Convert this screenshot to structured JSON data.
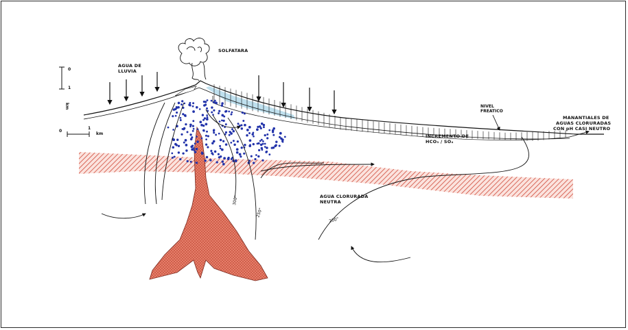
{
  "labels": {
    "solfatara": "SOLFATARA",
    "rain_line1": "AGUA DE",
    "rain_line2": "LLUVIA",
    "water_table_line1": "NIVEL",
    "water_table_line2": "FREATICO",
    "springs_line1": "MANANTIALES DE",
    "springs_line2": "AGUAS CLORURADAS",
    "springs_line3": "CON pH CASI NEUTRO",
    "increment_line1": "INCREMENTO DE",
    "increment_line2": "HCO₃ / SO₄",
    "neutral_water_line1": "AGUA CLORURADA",
    "neutral_water_line2": "NEUTRA"
  },
  "scales": {
    "vertical_zero": "0",
    "vertical_one": "1",
    "vertical_unit": "km",
    "horizontal_zero": "0",
    "horizontal_one": "1",
    "horizontal_unit": "km"
  },
  "isotherms": {
    "t300": "300°",
    "t250": "250°",
    "t200": "200°"
  },
  "colors": {
    "magma": "#e8836f",
    "hatch": "#c0392b",
    "steam_dots": "#2233aa",
    "condensate": "#bfe0ee",
    "line": "#111111"
  }
}
